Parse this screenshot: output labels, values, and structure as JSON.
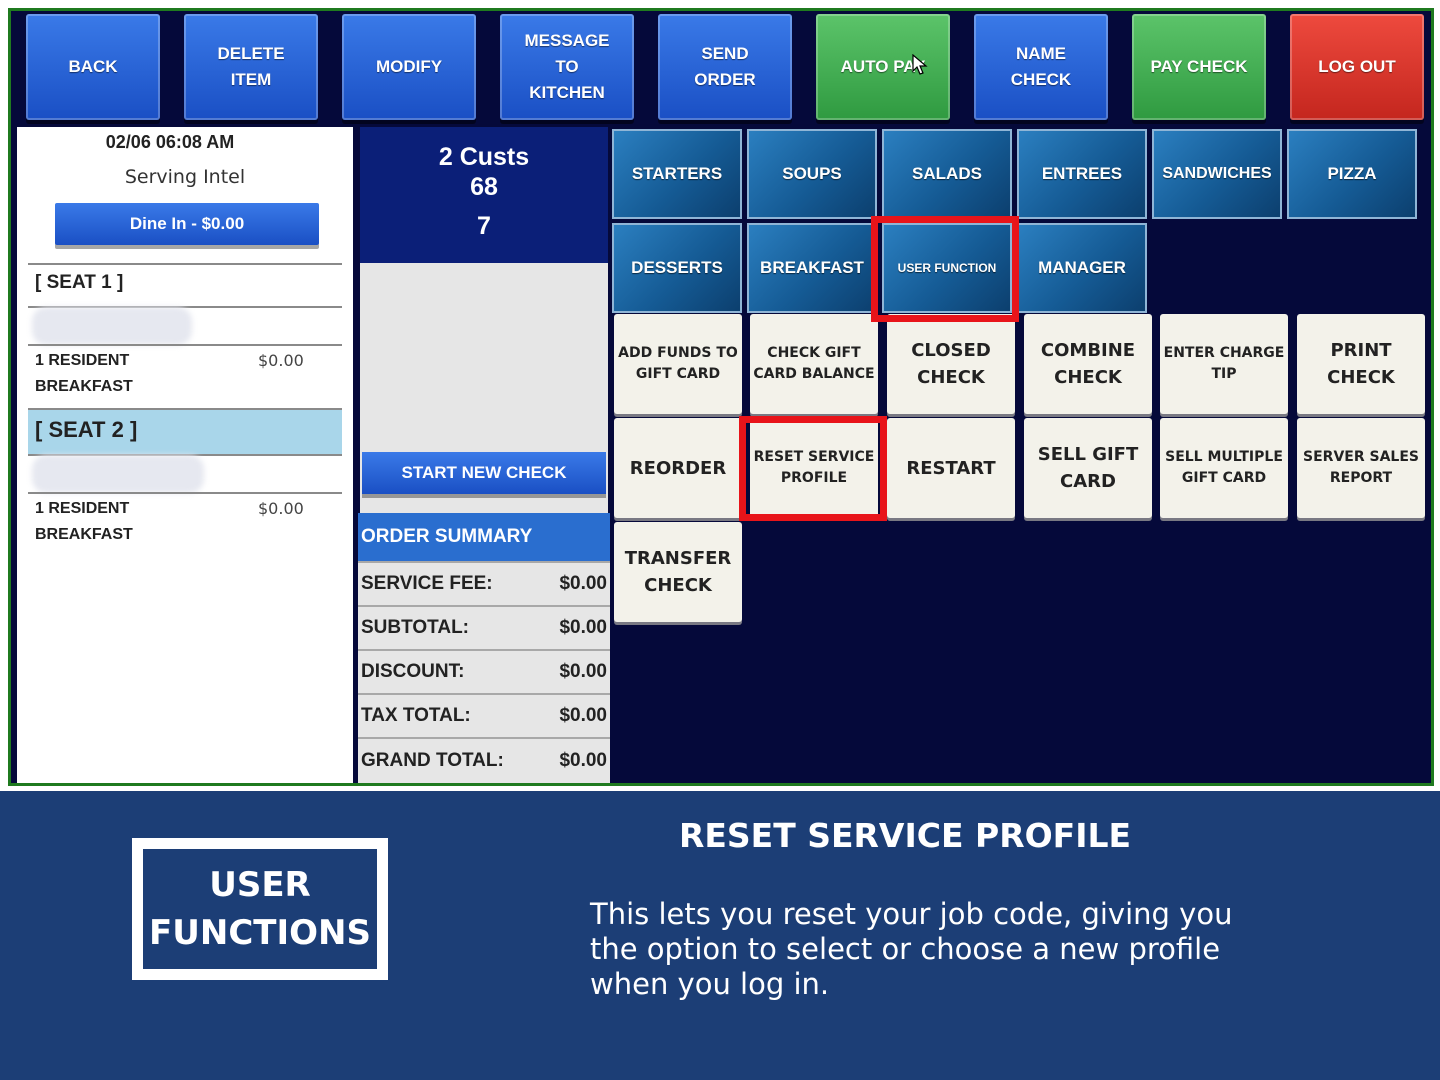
{
  "toolbar": {
    "back": "BACK",
    "delete_item": "DELETE\nITEM",
    "modify": "MODIFY",
    "message_kitchen": "MESSAGE\nTO\nKITCHEN",
    "send_order": "SEND\nORDER",
    "auto_pay": "AUTO PAY",
    "name_check": "NAME\nCHECK",
    "pay_check": "PAY CHECK",
    "log_out": "LOG OUT"
  },
  "check": {
    "datetime": "02/06 06:08 AM",
    "server": "Serving Intel",
    "dine_in": "Dine In - $0.00",
    "seats": [
      {
        "label": "[ SEAT 1 ]",
        "item": "1 RESIDENT\nBREAKFAST",
        "price": "$0.00"
      },
      {
        "label": "[ SEAT 2 ]",
        "item": "1 RESIDENT\nBREAKFAST",
        "price": "$0.00"
      }
    ]
  },
  "center": {
    "custs": "2 Custs",
    "number1": "68",
    "number2": "7",
    "start_new_check": "START NEW CHECK",
    "summary_title": "ORDER SUMMARY",
    "summary": [
      {
        "label": "SERVICE FEE:",
        "value": "$0.00"
      },
      {
        "label": "SUBTOTAL:",
        "value": "$0.00"
      },
      {
        "label": "DISCOUNT:",
        "value": "$0.00"
      },
      {
        "label": "TAX TOTAL:",
        "value": "$0.00"
      },
      {
        "label": "GRAND TOTAL:",
        "value": "$0.00"
      }
    ]
  },
  "categories": [
    "STARTERS",
    "SOUPS",
    "SALADS",
    "ENTREES",
    "SANDWICHES",
    "PIZZA",
    "DESSERTS",
    "BREAKFAST",
    "USER FUNCTION",
    "MANAGER"
  ],
  "functions": [
    "ADD FUNDS TO\nGIFT CARD",
    "CHECK GIFT\nCARD BALANCE",
    "CLOSED\nCHECK",
    "COMBINE\nCHECK",
    "ENTER CHARGE\nTIP",
    "PRINT\nCHECK",
    "REORDER",
    "RESET SERVICE\nPROFILE",
    "RESTART",
    "SELL GIFT\nCARD",
    "SELL MULTIPLE\nGIFT CARD",
    "SERVER SALES\nREPORT",
    "TRANSFER\nCHECK"
  ],
  "colors": {
    "highlight": "#e8141a",
    "banner": "#1c3e76",
    "pos_background": "#05093a"
  },
  "banner": {
    "section": "USER\nFUNCTIONS",
    "title": "RESET SERVICE PROFILE",
    "description": "This lets you reset your job code, giving you the option to select or choose a new profile when you log in."
  }
}
